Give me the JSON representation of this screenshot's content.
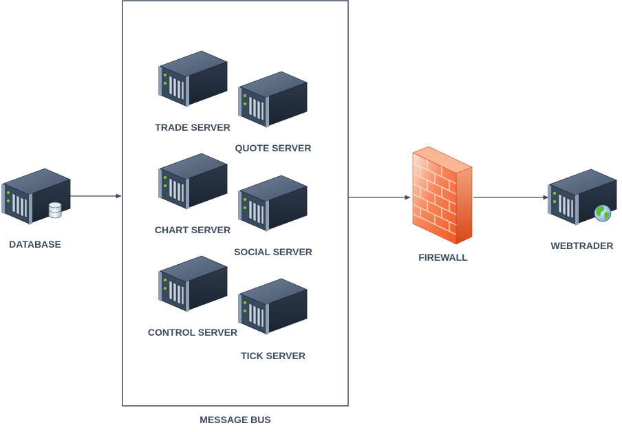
{
  "diagram": {
    "nodes": {
      "database": {
        "label": "DATABASE"
      },
      "trade": {
        "label": "TRADE SERVER"
      },
      "quote": {
        "label": "QUOTE SERVER"
      },
      "chart": {
        "label": "CHART SERVER"
      },
      "social": {
        "label": "SOCIAL SERVER"
      },
      "control": {
        "label": "CONTROL SERVER"
      },
      "tick": {
        "label": "TICK SERVER"
      },
      "firewall": {
        "label": "FIREWALL"
      },
      "webtrader": {
        "label": "WEBTRADER"
      }
    },
    "container": {
      "label": "MESSAGE BUS"
    },
    "edges": [
      {
        "from": "database",
        "to": "message-bus"
      },
      {
        "from": "message-bus",
        "to": "firewall"
      },
      {
        "from": "firewall",
        "to": "webtrader"
      }
    ]
  },
  "icons": {
    "server": "server-icon",
    "database_badge": "database-cylinder-icon",
    "globe_badge": "globe-icon",
    "firewall": "brick-firewall-icon"
  },
  "colors": {
    "server_top": "#5b6b80",
    "server_front": "#2f3d4f",
    "server_side": "#1e2a38",
    "led": "#7dc24b",
    "firewall": "#f4693a",
    "firewall_light": "#fde3d3",
    "globe": "#5cbf3e",
    "label": "#3d4b5c",
    "line": "#3d4b5c"
  }
}
